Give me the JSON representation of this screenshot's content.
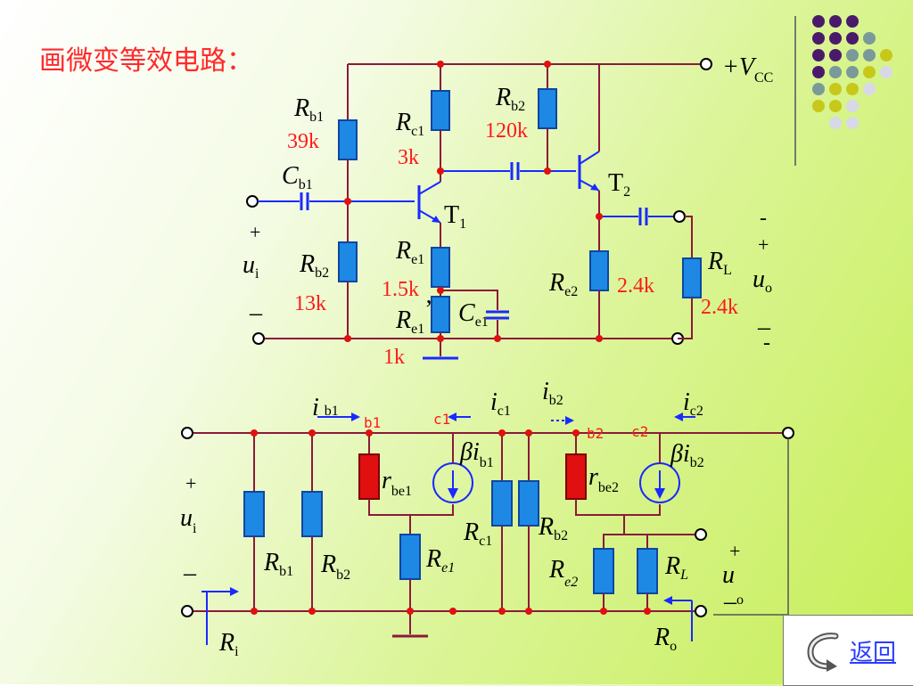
{
  "title": "画微变等效电路：",
  "top": {
    "vcc": {
      "main": "+V",
      "sub": "CC"
    },
    "rb1": {
      "main": "R",
      "sub": "b1",
      "value": "39k"
    },
    "rc1": {
      "main": "R",
      "sub": "c1",
      "value": "3k"
    },
    "rb2_upper": {
      "main": "R",
      "sub": "b2",
      "value": "120k"
    },
    "cb1": {
      "main": "C",
      "sub": "b1"
    },
    "t1": {
      "main": "T",
      "sub": "1"
    },
    "t2": {
      "main": "T",
      "sub": "2"
    },
    "ui": {
      "plus": "+",
      "main": "u",
      "sub": "i",
      "minus": "–"
    },
    "rb2_lower": {
      "main": "R",
      "sub": "b2",
      "value": "13k"
    },
    "re1": {
      "main": "R",
      "sub": "e1",
      "value": "1.5k"
    },
    "re1p": {
      "main": "R",
      "sub": "e1",
      "prime": "’",
      "value": "1k"
    },
    "ce1": {
      "main": "C",
      "sub": "e1"
    },
    "re2": {
      "main": "R",
      "sub": "e2",
      "value": "2.4k"
    },
    "rl": {
      "main": "R",
      "sub": "L",
      "value": "2.4k"
    },
    "uo": {
      "dash_top": "-",
      "plus": "+",
      "main": "u",
      "sub": "o",
      "minus": "–",
      "dash_bottom": "-"
    }
  },
  "bottom": {
    "ib1": {
      "main": "i",
      "sub": "b1"
    },
    "ic1": {
      "main": "i",
      "sub": "c1"
    },
    "ib2": {
      "main": "i",
      "sub": "b2"
    },
    "ic2": {
      "main": "i",
      "sub": "c2"
    },
    "nodes": {
      "b1": "b1",
      "c1": "c1",
      "b2": "b2",
      "c2": "c2"
    },
    "beta_ib1": {
      "beta": "β",
      "main": "i",
      "sub": "b1"
    },
    "beta_ib2": {
      "beta": "β",
      "main": "i",
      "sub": "b2"
    },
    "rbe1": {
      "main": "r",
      "sub": "be1"
    },
    "rbe2": {
      "main": "r",
      "sub": "be2"
    },
    "ui": {
      "plus": "+",
      "main": "u",
      "sub": "i",
      "minus": "–"
    },
    "rb1": {
      "main": "R",
      "sub": "b1"
    },
    "rb2": {
      "main": "R",
      "sub": "b2"
    },
    "re1": {
      "main": "R",
      "sub": "e1"
    },
    "rc1": {
      "main": "R",
      "sub": "c1"
    },
    "rb2_second": {
      "main": "R",
      "sub": "b2"
    },
    "re2": {
      "main": "R",
      "sub": "e2"
    },
    "rl": {
      "main": "R",
      "sub": "L"
    },
    "uo": {
      "plus": "+",
      "main": "u",
      "sub": "o",
      "minus": "–"
    },
    "ri": {
      "main": "R",
      "sub": "i"
    },
    "ro": {
      "main": "R",
      "sub": "o"
    }
  },
  "nav": {
    "back_label": "返回",
    "back_icon": "return-arrow-icon"
  },
  "colors": {
    "title": "#ff2a2a",
    "values": "#ff1a1a",
    "wire": "#8b1a3a",
    "resistor": "#1e88e5",
    "rbe": "#e01010",
    "link": "#2a3cff"
  },
  "decoration": {
    "dot_colors": [
      "#4a1a6a",
      "#7a9a9a",
      "#c8c81a",
      "#d8d8e8"
    ]
  }
}
